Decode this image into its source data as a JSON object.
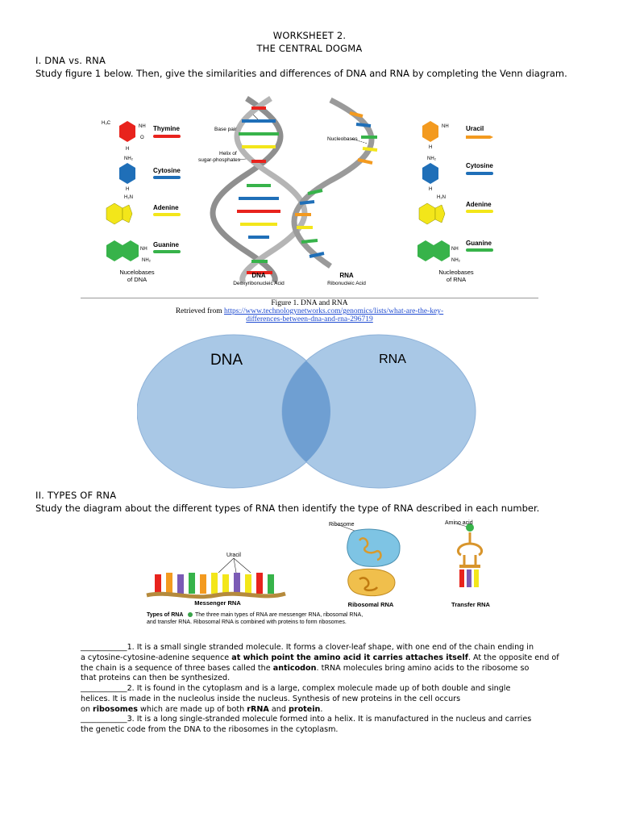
{
  "header": {
    "title_line1": "WORKSHEET 2.",
    "title_line2": "THE CENTRAL DOGMA"
  },
  "section1": {
    "heading": "I. DNA vs. RNA",
    "instructions": "Study figure 1 below. Then, give the similarities and differences of DNA and RNA by completing the Venn diagram."
  },
  "figure1": {
    "left_bases": [
      "Thymine",
      "Cytosine",
      "Adenine",
      "Guanine"
    ],
    "left_caption_line1": "Nucelobases",
    "left_caption_line2": "of DNA",
    "dna_labels": {
      "base_pair": "Base pair",
      "helix_line1": "Helix of",
      "helix_line2": "sugar-phosphates",
      "title": "DNA",
      "subtitle": "Deoxyribonucleic Acid"
    },
    "rna_labels": {
      "nucleobases": "Nucleobases",
      "title": "RNA",
      "subtitle": "Ribonucleic Acid"
    },
    "right_bases": [
      "Uracil",
      "Cytosine",
      "Adenine",
      "Guanine"
    ],
    "right_caption_line1": "Nucleobases",
    "right_caption_line2": "of RNA",
    "caption": "Figure 1. DNA and RNA",
    "retrieved_prefix": "Retrieved from ",
    "link_line1": "https://www.technologynetworks.com/genomics/lists/what-are-the-key-",
    "link_line2": "differences-between-dna-and-rna-296719",
    "colors": {
      "thymine": "#e8231d",
      "cytosine": "#1f6fb8",
      "adenine": "#f3e61a",
      "guanine": "#37b34a",
      "uracil": "#f39a1f"
    }
  },
  "venn": {
    "left_label": "DNA",
    "right_label": "RNA",
    "fill_color": "#a9c8e6",
    "overlap_color": "#6f9fd2"
  },
  "section2": {
    "heading": "II. TYPES OF RNA",
    "instructions": "Study the diagram about the different types of RNA then identify the type of RNA described in each number."
  },
  "figure2": {
    "uracil_label": "Uracil",
    "messenger_label": "Messenger RNA",
    "ribosome_label": "Ribosome",
    "ribosomal_label": "Ribosomal RNA",
    "amino_acid_label": "Amino acid",
    "transfer_label": "Transfer RNA",
    "caption_bold": "Types of RNA",
    "caption_line1": "The three main types of RNA are messenger RNA, ribosomal RNA,",
    "caption_line2": "and transfer RNA. Ribosomal RNA is combined with proteins to form ribosomes."
  },
  "questions": {
    "q1": {
      "blank": "____________",
      "n1": "1.  It is a small single stranded molecule.  It forms a clover-leaf shape, with one end of the chain ending in",
      "n2": "a cytosine-cytosine-adenine sequence ",
      "b1": "at which point the amino acid it carries attaches itself",
      "n3": ".  At the opposite end of",
      "n4": "the chain is a sequence of three bases called the ",
      "b2": "anticodon",
      "n5": ". tRNA molecules bring amino acids to the ribosome so",
      "n6": "that proteins can then be synthesized."
    },
    "q2": {
      "blank": "____________",
      "n1": "2.  It is found in the cytoplasm and is a large, complex molecule made up of both double and single",
      "n2": "helices.  It is made in the nucleolus inside the nucleus.  Synthesis of new proteins in the cell occurs",
      "n3": "on ",
      "b1": "ribosomes",
      "n4": " which are made up of both ",
      "b2": "rRNA",
      "n5": " and ",
      "b3": "protein",
      "n6": "."
    },
    "q3": {
      "blank": "____________",
      "n1": "3.  It is a long single-stranded molecule formed into a helix.  It is manufactured in the nucleus and carries",
      "n2": "the genetic code from the DNA to the ribosomes in the cytoplasm."
    }
  }
}
